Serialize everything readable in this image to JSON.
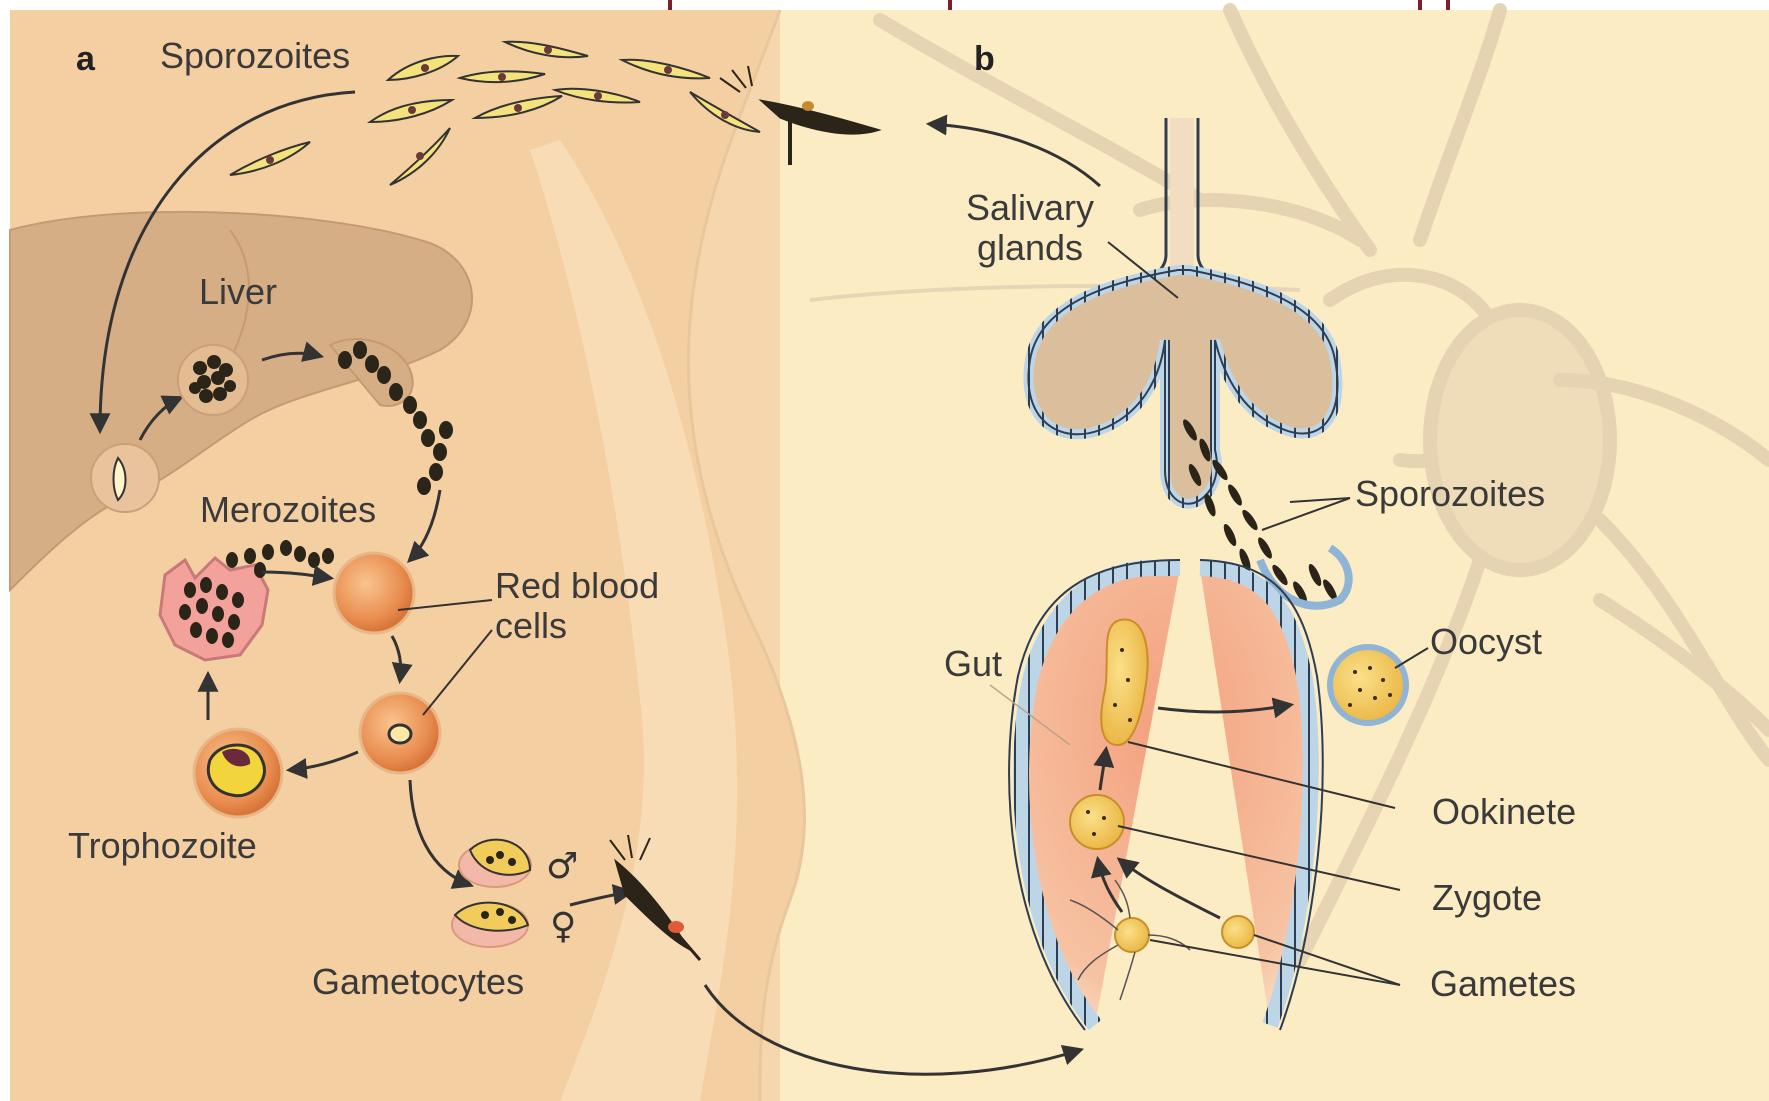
{
  "panels": {
    "a": "a",
    "b": "b"
  },
  "human_labels": {
    "sporozoites": "Sporozoites",
    "liver": "Liver",
    "merozoites": "Merozoites",
    "red_blood_cells": [
      "Red blood",
      "cells"
    ],
    "trophozoite": "Trophozoite",
    "gametocytes": "Gametocytes",
    "male_symbol": "♂",
    "female_symbol": "♀"
  },
  "mosquito_labels": {
    "salivary_glands": [
      "Salivary",
      "glands"
    ],
    "sporozoites": "Sporozoites",
    "oocyst": "Oocyst",
    "gut": "Gut",
    "ookinete": "Ookinete",
    "zygote": "Zygote",
    "gametes": "Gametes"
  },
  "colors": {
    "human_background": "#f6d6ad",
    "mosquito_background": "#fcecc4",
    "outline": "#c9b79a",
    "gut_fill": "#f2a582",
    "arrow": "#333333",
    "header_bar": "#7a1f2b"
  }
}
